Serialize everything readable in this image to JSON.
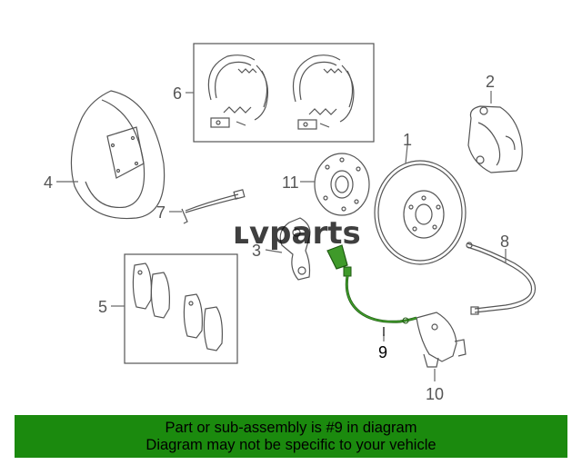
{
  "watermark": {
    "prefix": "ʟ",
    "text": "vparts"
  },
  "callouts": {
    "c1": "1",
    "c2": "2",
    "c3": "3",
    "c4": "4",
    "c5": "5",
    "c6": "6",
    "c7": "7",
    "c8": "8",
    "c9": "9",
    "c10": "10",
    "c11": "11"
  },
  "banner": {
    "line1": "Part or sub-assembly is #9 in diagram",
    "line2": "Diagram may not be specific to your vehicle"
  },
  "colors": {
    "banner_bg": "#1b8a0e",
    "highlight_part": "#3f9a2a",
    "line_art": "#555555"
  }
}
